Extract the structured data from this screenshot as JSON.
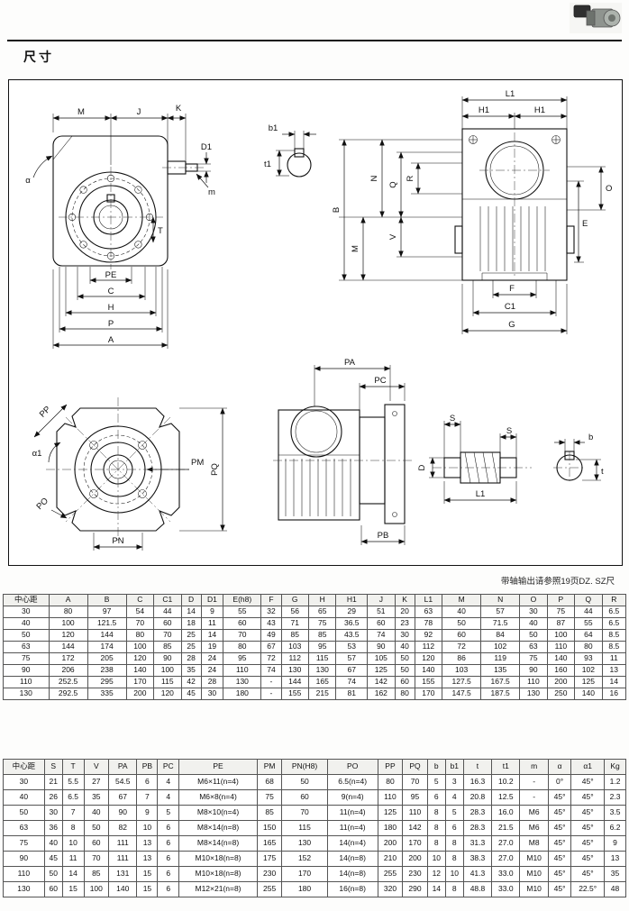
{
  "page": {
    "heading": "尺寸",
    "note": "带轴输出请参照19页DZ. SZ尺"
  },
  "labels": {
    "M": "M",
    "J": "J",
    "K": "K",
    "D1": "D1",
    "m": "m",
    "alpha": "α",
    "T": "T",
    "PE": "PE",
    "C": "C",
    "H": "H",
    "P": "P",
    "A": "A",
    "b1": "b1",
    "t1": "t1",
    "L1": "L1",
    "H1": "H1",
    "B": "B",
    "N": "N",
    "Q": "Q",
    "R": "R",
    "V": "V",
    "O": "O",
    "E": "E",
    "F": "F",
    "C1": "C1",
    "G": "G",
    "PP": "PP",
    "alpha1": "α1",
    "PM": "PM",
    "PQ": "PQ",
    "PO": "PO",
    "PN": "PN",
    "PA": "PA",
    "PC": "PC",
    "PB": "PB",
    "S": "S",
    "D": "D",
    "b": "b",
    "t": "t"
  },
  "table1": {
    "headers": [
      "中心距",
      "A",
      "B",
      "C",
      "C1",
      "D",
      "D1",
      "E(h8)",
      "F",
      "G",
      "H",
      "H1",
      "J",
      "K",
      "L1",
      "M",
      "N",
      "O",
      "P",
      "Q",
      "R"
    ],
    "rows": [
      [
        "30",
        "80",
        "97",
        "54",
        "44",
        "14",
        "9",
        "55",
        "32",
        "56",
        "65",
        "29",
        "51",
        "20",
        "63",
        "40",
        "57",
        "30",
        "75",
        "44",
        "6.5"
      ],
      [
        "40",
        "100",
        "121.5",
        "70",
        "60",
        "18",
        "11",
        "60",
        "43",
        "71",
        "75",
        "36.5",
        "60",
        "23",
        "78",
        "50",
        "71.5",
        "40",
        "87",
        "55",
        "6.5"
      ],
      [
        "50",
        "120",
        "144",
        "80",
        "70",
        "25",
        "14",
        "70",
        "49",
        "85",
        "85",
        "43.5",
        "74",
        "30",
        "92",
        "60",
        "84",
        "50",
        "100",
        "64",
        "8.5"
      ],
      [
        "63",
        "144",
        "174",
        "100",
        "85",
        "25",
        "19",
        "80",
        "67",
        "103",
        "95",
        "53",
        "90",
        "40",
        "112",
        "72",
        "102",
        "63",
        "110",
        "80",
        "8.5"
      ],
      [
        "75",
        "172",
        "205",
        "120",
        "90",
        "28",
        "24",
        "95",
        "72",
        "112",
        "115",
        "57",
        "105",
        "50",
        "120",
        "86",
        "119",
        "75",
        "140",
        "93",
        "11"
      ],
      [
        "90",
        "206",
        "238",
        "140",
        "100",
        "35",
        "24",
        "110",
        "74",
        "130",
        "130",
        "67",
        "125",
        "50",
        "140",
        "103",
        "135",
        "90",
        "160",
        "102",
        "13"
      ],
      [
        "110",
        "252.5",
        "295",
        "170",
        "115",
        "42",
        "28",
        "130",
        "-",
        "144",
        "165",
        "74",
        "142",
        "60",
        "155",
        "127.5",
        "167.5",
        "110",
        "200",
        "125",
        "14"
      ],
      [
        "130",
        "292.5",
        "335",
        "200",
        "120",
        "45",
        "30",
        "180",
        "-",
        "155",
        "215",
        "81",
        "162",
        "80",
        "170",
        "147.5",
        "187.5",
        "130",
        "250",
        "140",
        "16"
      ]
    ]
  },
  "table2": {
    "headers": [
      "中心距",
      "S",
      "T",
      "V",
      "PA",
      "PB",
      "PC",
      "PE",
      "PM",
      "PN(H8)",
      "PO",
      "PP",
      "PQ",
      "b",
      "b1",
      "t",
      "t1",
      "m",
      "α",
      "α1",
      "Kg"
    ],
    "rows": [
      [
        "30",
        "21",
        "5.5",
        "27",
        "54.5",
        "6",
        "4",
        "M6×11(n=4)",
        "68",
        "50",
        "6.5(n=4)",
        "80",
        "70",
        "5",
        "3",
        "16.3",
        "10.2",
        "-",
        "0°",
        "45°",
        "1.2"
      ],
      [
        "40",
        "26",
        "6.5",
        "35",
        "67",
        "7",
        "4",
        "M6×8(n=4)",
        "75",
        "60",
        "9(n=4)",
        "110",
        "95",
        "6",
        "4",
        "20.8",
        "12.5",
        "-",
        "45°",
        "45°",
        "2.3"
      ],
      [
        "50",
        "30",
        "7",
        "40",
        "90",
        "9",
        "5",
        "M8×10(n=4)",
        "85",
        "70",
        "11(n=4)",
        "125",
        "110",
        "8",
        "5",
        "28.3",
        "16.0",
        "M6",
        "45°",
        "45°",
        "3.5"
      ],
      [
        "63",
        "36",
        "8",
        "50",
        "82",
        "10",
        "6",
        "M8×14(n=8)",
        "150",
        "115",
        "11(n=4)",
        "180",
        "142",
        "8",
        "6",
        "28.3",
        "21.5",
        "M6",
        "45°",
        "45°",
        "6.2"
      ],
      [
        "75",
        "40",
        "10",
        "60",
        "111",
        "13",
        "6",
        "M8×14(n=8)",
        "165",
        "130",
        "14(n=4)",
        "200",
        "170",
        "8",
        "8",
        "31.3",
        "27.0",
        "M8",
        "45°",
        "45°",
        "9"
      ],
      [
        "90",
        "45",
        "11",
        "70",
        "111",
        "13",
        "6",
        "M10×18(n=8)",
        "175",
        "152",
        "14(n=8)",
        "210",
        "200",
        "10",
        "8",
        "38.3",
        "27.0",
        "M10",
        "45°",
        "45°",
        "13"
      ],
      [
        "110",
        "50",
        "14",
        "85",
        "131",
        "15",
        "6",
        "M10×18(n=8)",
        "230",
        "170",
        "14(n=8)",
        "255",
        "230",
        "12",
        "10",
        "41.3",
        "33.0",
        "M10",
        "45°",
        "45°",
        "35"
      ],
      [
        "130",
        "60",
        "15",
        "100",
        "140",
        "15",
        "6",
        "M12×21(n=8)",
        "255",
        "180",
        "16(n=8)",
        "320",
        "290",
        "14",
        "8",
        "48.8",
        "33.0",
        "M10",
        "45°",
        "22.5°",
        "48"
      ]
    ]
  }
}
